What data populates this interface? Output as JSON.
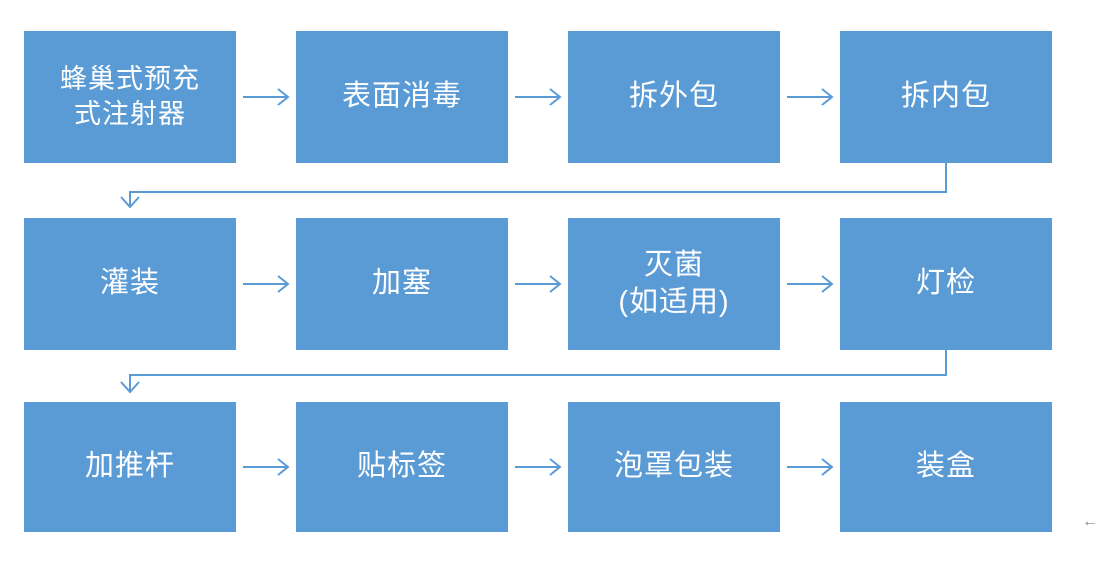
{
  "flow": {
    "steps": [
      {
        "id": 1,
        "label": "蜂巢式预充\n式注射器"
      },
      {
        "id": 2,
        "label": "表面消毒"
      },
      {
        "id": 3,
        "label": "拆外包"
      },
      {
        "id": 4,
        "label": "拆内包"
      },
      {
        "id": 5,
        "label": "灌装"
      },
      {
        "id": 6,
        "label": "加塞"
      },
      {
        "id": 7,
        "label": "灭菌\n(如适用)"
      },
      {
        "id": 8,
        "label": "灯检"
      },
      {
        "id": 9,
        "label": "加推杆"
      },
      {
        "id": 10,
        "label": "贴标签"
      },
      {
        "id": 11,
        "label": "泡罩包装"
      },
      {
        "id": 12,
        "label": "装盒"
      }
    ],
    "connections": [
      {
        "from": "蜂巢式预充式注射器",
        "to": "表面消毒",
        "type": "straight-arrow"
      },
      {
        "from": "表面消毒",
        "to": "拆外包",
        "type": "straight-arrow"
      },
      {
        "from": "拆外包",
        "to": "拆内包",
        "type": "straight-arrow"
      },
      {
        "from": "拆内包",
        "to": "灌装",
        "type": "elbow-arrow"
      },
      {
        "from": "灌装",
        "to": "加塞",
        "type": "straight-arrow"
      },
      {
        "from": "加塞",
        "to": "灭菌(如适用)",
        "type": "straight-arrow"
      },
      {
        "from": "灭菌(如适用)",
        "to": "灯检",
        "type": "straight-arrow"
      },
      {
        "from": "灯检",
        "to": "加推杆",
        "type": "elbow-arrow"
      },
      {
        "from": "加推杆",
        "to": "贴标签",
        "type": "straight-arrow"
      },
      {
        "from": "贴标签",
        "to": "泡罩包装",
        "type": "straight-arrow"
      },
      {
        "from": "泡罩包装",
        "to": "装盒",
        "type": "straight-arrow"
      }
    ]
  },
  "decoration": {
    "chevron_glyph": "←"
  },
  "colors": {
    "box_fill": "#5B9BD5",
    "box_text": "#FFFFFF",
    "arrow": "#5B9BD5",
    "chevron": "#8A8A8A",
    "background": "#FFFFFF"
  }
}
